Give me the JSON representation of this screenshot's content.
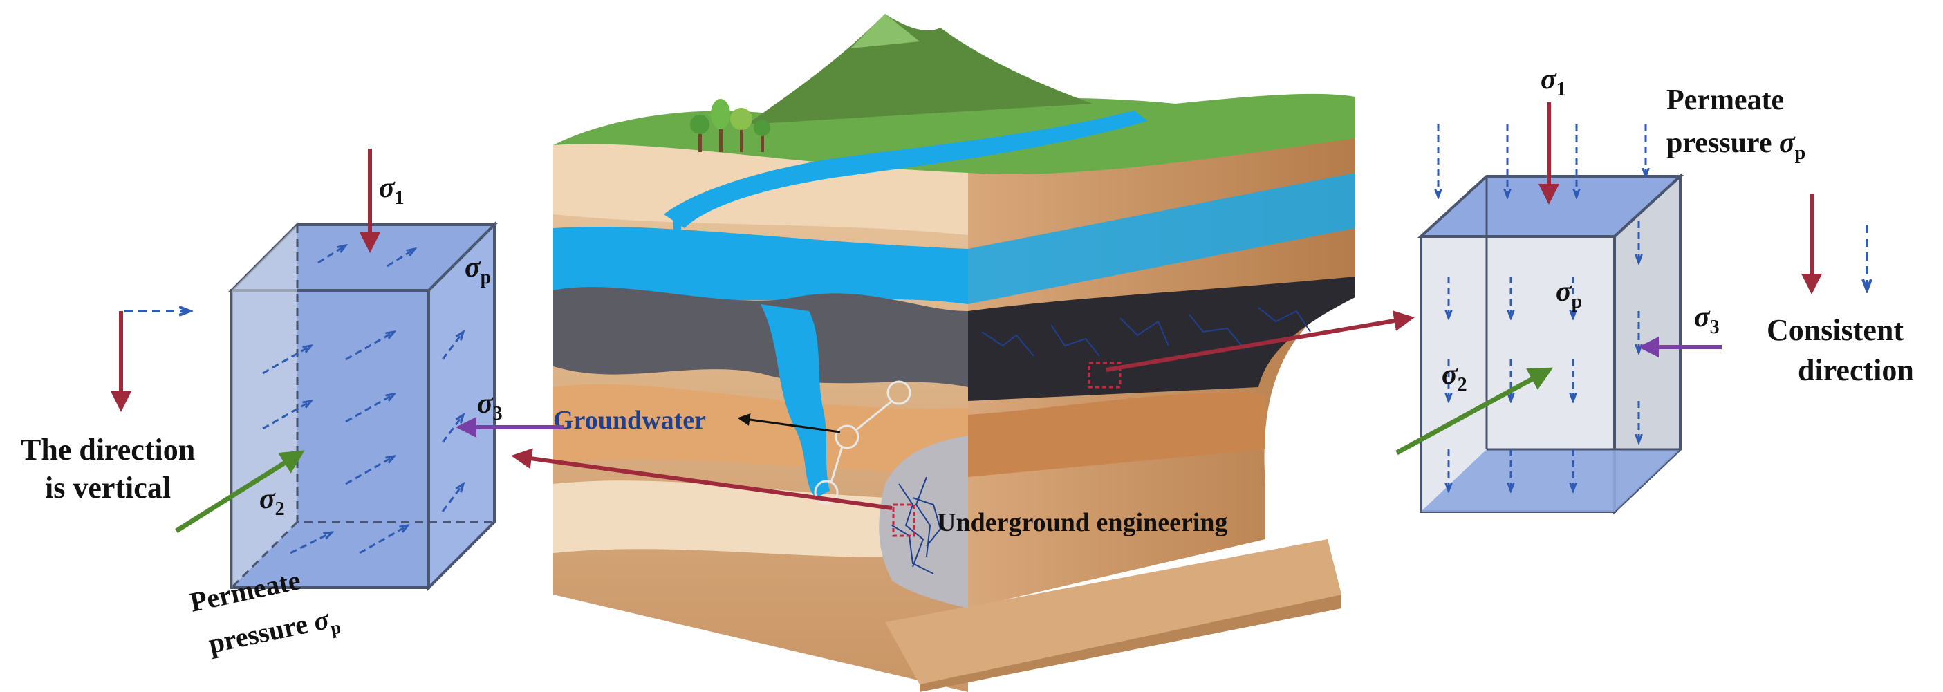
{
  "labels": {
    "sigma": "σ",
    "sub_1": "1",
    "sub_2": "2",
    "sub_3": "3",
    "sub_p": "p",
    "left_direction_line1": "The direction",
    "left_direction_line2": "is vertical",
    "left_permeate_line1": "Permeate",
    "left_permeate_line2": "pressure ",
    "right_permeate_line1": "Permeate",
    "right_permeate_line2": "pressure ",
    "right_consistent_line1": "Consistent",
    "right_consistent_line2": "direction",
    "groundwater": "Groundwater",
    "underground_engineering": "Underground engineering"
  },
  "colors": {
    "stress_arrow": "#9e2a3c",
    "sigma2_arrow": "#4e8a2c",
    "sigma3_arrow": "#7a3fa6",
    "seepage_arrow": "#2f5bb5",
    "left_cube_face": "#8fa8e0",
    "right_cube_face": "#e4e7ee",
    "cube_edge": "#4a5670",
    "water": "#1aa8e8",
    "grass": "#6aac4a"
  },
  "icons": [
    "mountain-icon",
    "tree-icon",
    "tunnel-icon",
    "fracture-network-icon"
  ]
}
